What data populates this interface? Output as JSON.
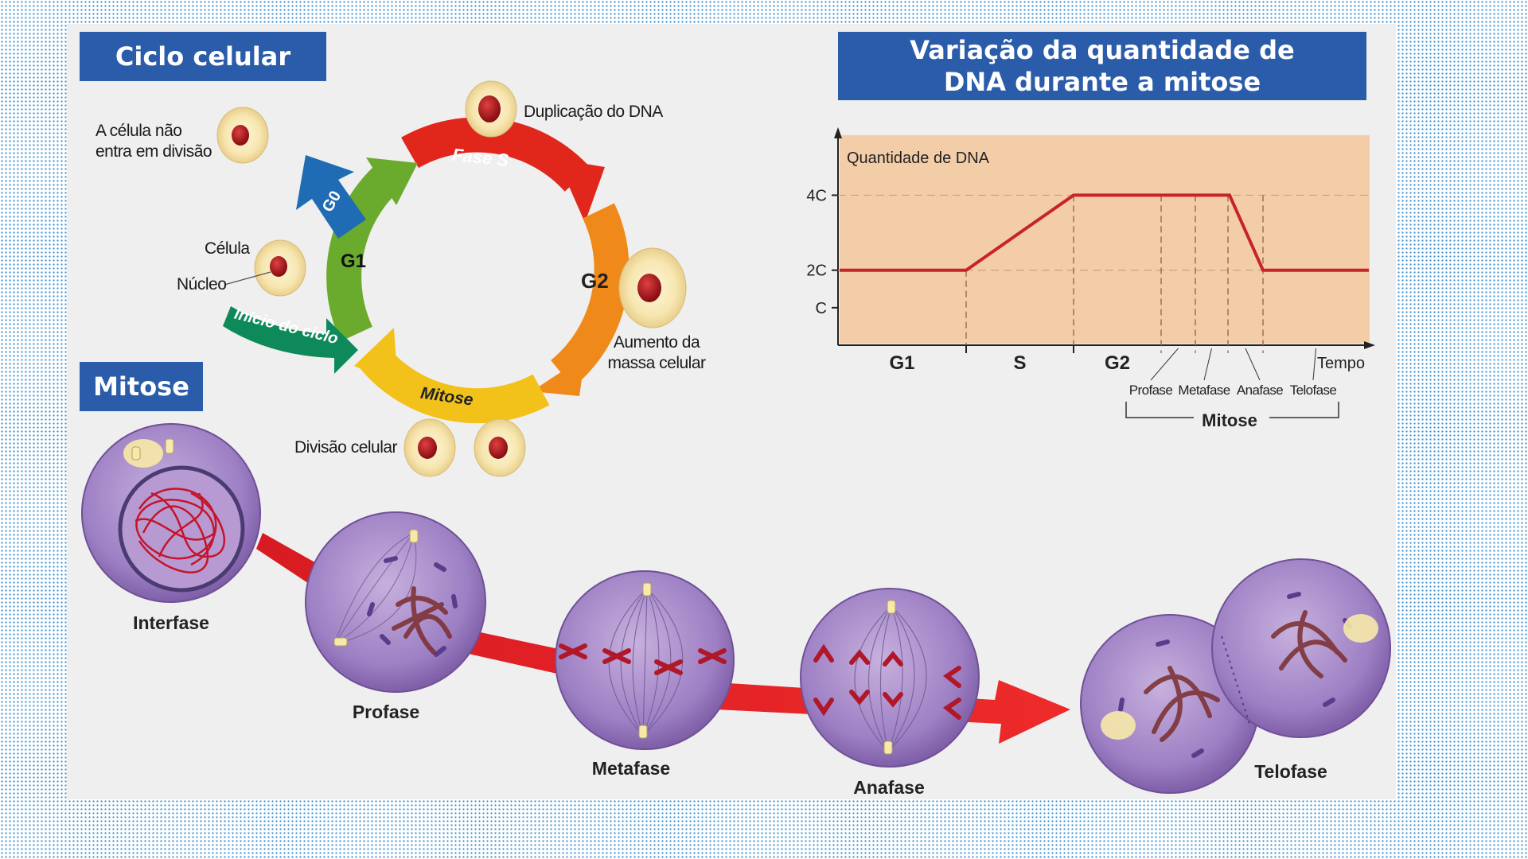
{
  "cycle": {
    "title": "Ciclo celular",
    "labels": {
      "no_division": "A célula não entra em divisão",
      "dna_dup": "Duplicação do DNA",
      "cell": "Célula",
      "nucleus": "Núcleo",
      "mass_increase": "Aumento da massa celular",
      "cell_division": "Divisão celular"
    },
    "phases": {
      "g0": "G0",
      "g1": "G1",
      "s": "Fase S",
      "g2": "G2",
      "mitosis": "Mitose",
      "start": "Início do ciclo"
    },
    "colors": {
      "s": "#e1261c",
      "g2": "#ef8a1a",
      "mitosis": "#f2c21a",
      "g1": "#6aab2e",
      "g0": "#1f6cb5",
      "start": "#0e8a5a"
    }
  },
  "mitose": {
    "title": "Mitose",
    "stages": [
      "Interfase",
      "Profase",
      "Metafase",
      "Anafase",
      "Telofase"
    ]
  },
  "dna_chart": {
    "title": "Variação da quantidade de DNA durante a mitose",
    "ylabel": "Quantidade de DNA",
    "xlabel": "Tempo",
    "group_label": "Mitose"
  },
  "chart_data": {
    "type": "line",
    "title": "Variação da quantidade de DNA durante a mitose",
    "ylabel": "Quantidade de DNA",
    "xlabel": "Tempo",
    "yticks": [
      "C",
      "2C",
      "4C"
    ],
    "ytick_values": [
      1,
      2,
      4
    ],
    "ylim": [
      0,
      5.6
    ],
    "phases": [
      "G1",
      "S",
      "G2",
      "Profase",
      "Metafase",
      "Anafase",
      "Telofase"
    ],
    "series": [
      {
        "points": [
          {
            "phase": "G1",
            "y": 2
          },
          {
            "phase": "S",
            "y": 2
          },
          {
            "phase": "G2",
            "y": 4
          },
          {
            "phase": "Profase",
            "y": 4
          },
          {
            "phase": "Metafase",
            "y": 4
          },
          {
            "phase": "Anafase",
            "y": 4
          },
          {
            "phase": "Telofase",
            "y": 2
          }
        ]
      }
    ],
    "line_color": "#c8232c",
    "background": "#f3cda8"
  }
}
